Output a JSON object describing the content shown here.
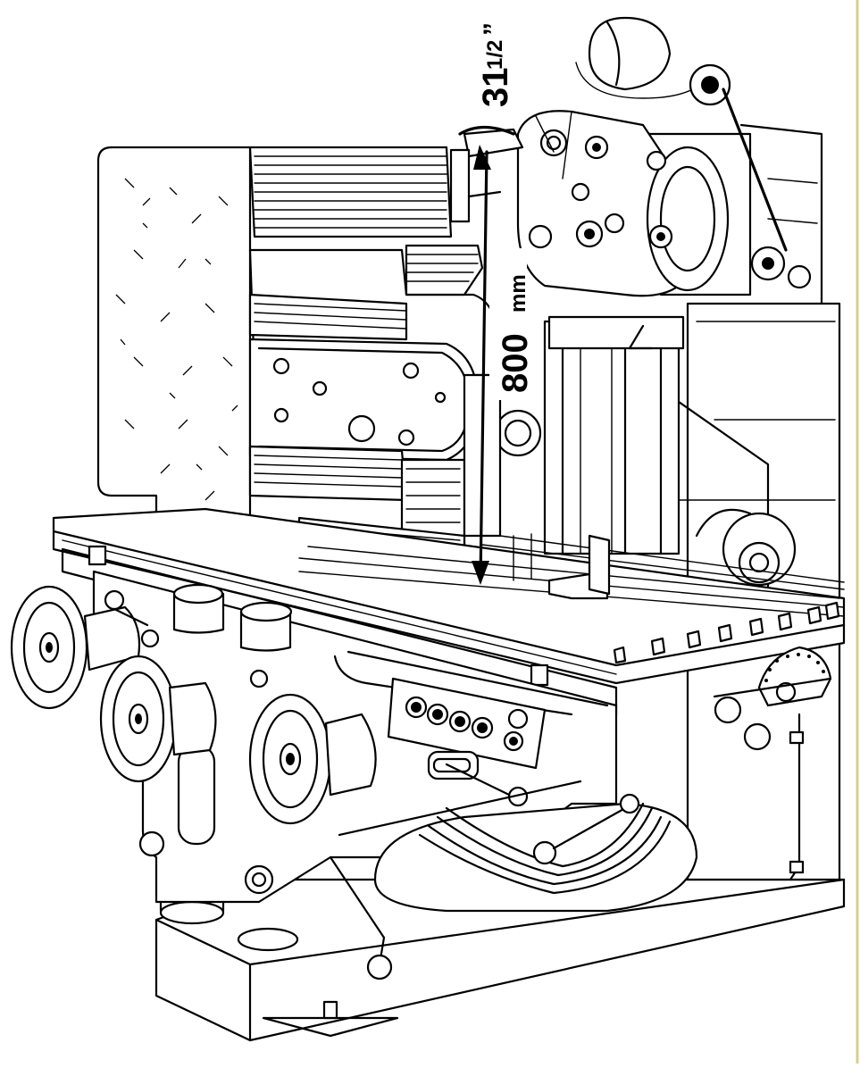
{
  "dimensions": {
    "height_mm": {
      "value": "800",
      "unit": "mm"
    },
    "height_in": {
      "whole": "31",
      "fraction": "1/2",
      "unit": "”"
    }
  },
  "colors": {
    "ink": "#000000",
    "paper": "#ffffff",
    "right_border": "#d8cf8a"
  }
}
